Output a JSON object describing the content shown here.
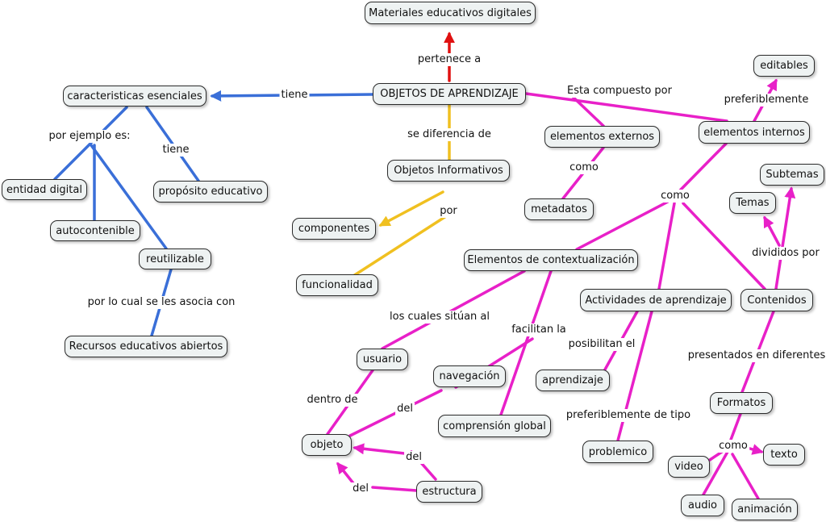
{
  "colors": {
    "red": "#e01010",
    "blue": "#3a6fd8",
    "yellow": "#f0c020",
    "magenta": "#e820c8"
  },
  "nodes": {
    "materiales": "Materiales educativos digitales",
    "objetos": "OBJETOS DE APRENDIZAJE",
    "caracteristicas": "caracteristicas esenciales",
    "entidad": "entidad digital",
    "autocontenible": "autocontenible",
    "reutilizable": "reutilizable",
    "recursos": "Recursos educativos abiertos",
    "proposito": "propósito educativo",
    "informativos": "Objetos Informativos",
    "componentes": "componentes",
    "funcionalidad": "funcionalidad",
    "externos": "elementos externos",
    "metadatos": "metadatos",
    "internos": "elementos internos",
    "editables": "editables",
    "subtemas": "Subtemas",
    "temas": "Temas",
    "contextualizacion": "Elementos de contextualización",
    "actividades": "Actividades de aprendizaje",
    "contenidos": "Contenidos",
    "usuario": "usuario",
    "navegacion": "navegación",
    "comprension": "comprensión global",
    "objeto": "objeto",
    "estructura": "estructura",
    "aprendizaje": "aprendizaje",
    "problemico": "problemico",
    "formatos": "Formatos",
    "video": "video",
    "texto": "texto",
    "audio": "audio",
    "animacion": "animación"
  },
  "labels": {
    "pertenece": "pertenece a",
    "tiene1": "tiene",
    "porejemplo": "por ejemplo es:",
    "tiene2": "tiene",
    "porlocual": "por lo cual se les asocia con",
    "sediferencia": "se diferencia de",
    "por": "por",
    "estacompuesto": "Esta compuesto por",
    "como1": "como",
    "preferiblemente": "preferiblemente",
    "como2": "como",
    "divididos": "divididos por",
    "loscuales": "los cuales sitúan al",
    "facilitan": "facilitan la",
    "posibilitan": "posibilitan el",
    "pref_tipo": "preferiblemente de tipo",
    "presentados": "presentados en diferentes",
    "dentrode": "dentro de",
    "del1": "del",
    "del2": "del",
    "del3": "del",
    "como3": "como"
  }
}
